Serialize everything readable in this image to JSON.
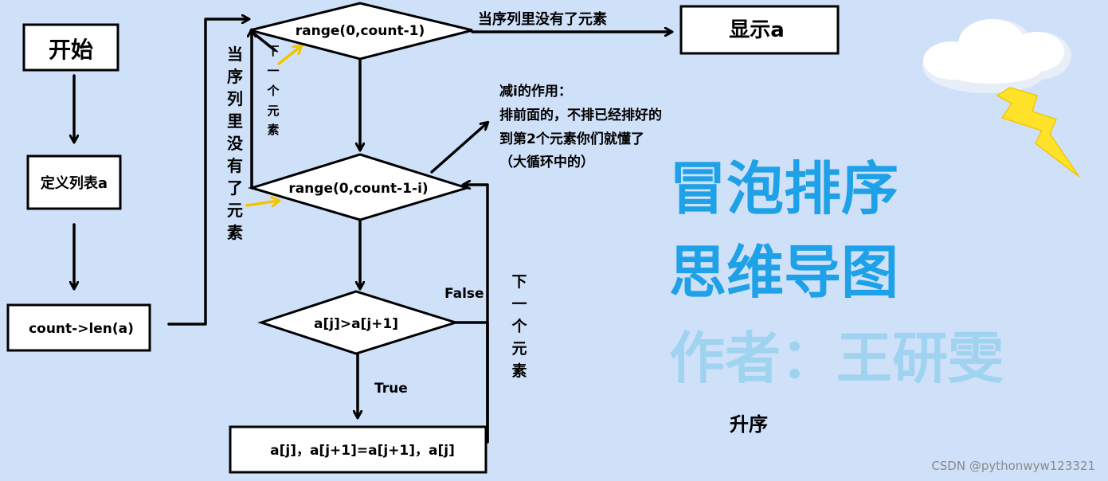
{
  "nodes": {
    "start": "开始",
    "define": "定义列表a",
    "count": "count->len(a)",
    "outer_loop": "range(0,count-1)",
    "inner_loop": "range(0,count-1-i)",
    "compare": "a[j]>a[j+1]",
    "swap": "a[j]，a[j+1]=a[j+1]，a[j]",
    "display": "显示a"
  },
  "edge_labels": {
    "outer_done": "当序列里没有了元素",
    "inner_done_vertical": [
      "当",
      "序",
      "列",
      "里",
      "没",
      "有",
      "了",
      "元",
      "素"
    ],
    "next_outer_vertical": [
      "下",
      "一",
      "个",
      "元",
      "素"
    ],
    "next_inner_vertical": [
      "下",
      "一",
      "个",
      "元",
      "素"
    ],
    "false": "False",
    "true": "True"
  },
  "note": {
    "lines": [
      "减i的作用：",
      "排前面的，不排已经排好的",
      "到第2个元素你们就懂了",
      "（大循环中的）"
    ]
  },
  "titles": {
    "line1": "冒泡排序",
    "line2": "思维导图",
    "author": "作者：王研雯",
    "order": "升序"
  },
  "watermark": "CSDN @pythonwyw123321",
  "colors": {
    "background": "#cfe0f9",
    "title_blue": "#1ea1e6",
    "author_blue": "#9fd3f0",
    "arrow_yellow": "#f5c400",
    "lightning_yellow": "#ffe32a"
  },
  "icons": [
    "cloud-icon",
    "lightning-icon"
  ]
}
